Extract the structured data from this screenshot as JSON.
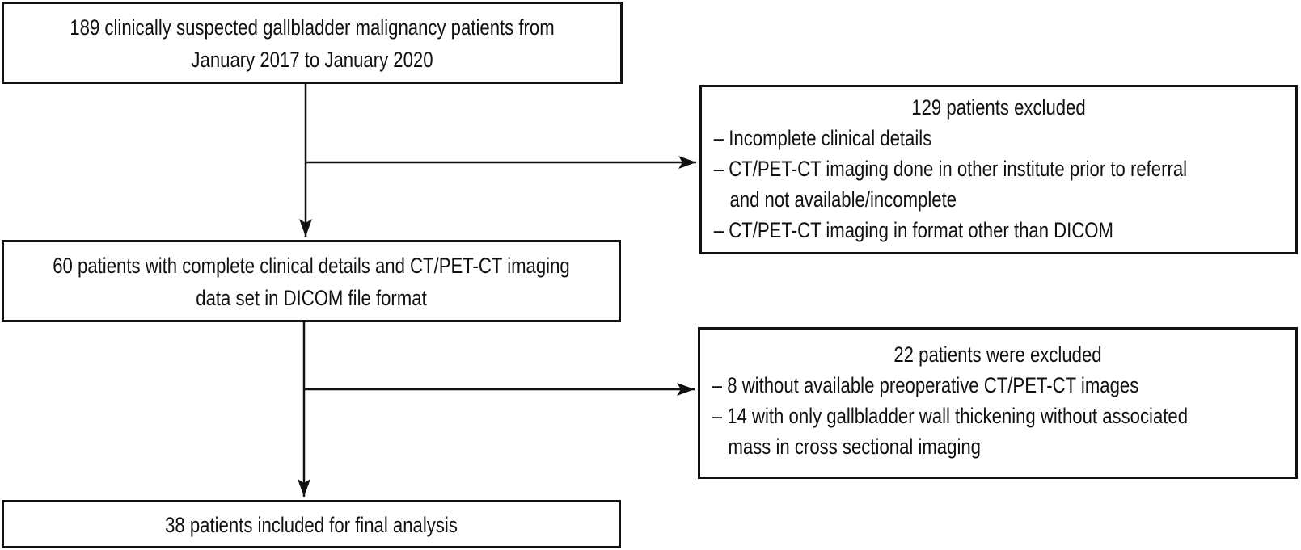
{
  "flowchart": {
    "title_semantic": "Patient inclusion flow diagram",
    "colors": {
      "line": "#111111",
      "text": "#111111",
      "background": "#ffffff"
    },
    "box_initial": {
      "line1": "189 clinically suspected gallbladder malignancy patients from",
      "line2": "January 2017 to January 2020"
    },
    "box_excluded_1": {
      "title": "129 patients excluded",
      "item1_line1": "– Incomplete clinical details",
      "item2_line1": "– CT/PET-CT imaging done in other institute prior to referral",
      "item2_line2": "and not available/incomplete",
      "item3_line1": "– CT/PET-CT imaging in format other than DICOM"
    },
    "box_complete": {
      "line1": "60 patients with complete clinical details and CT/PET-CT imaging",
      "line2": "data set in DICOM file format"
    },
    "box_excluded_2": {
      "title": "22 patients were excluded",
      "item1_line1": "– 8 without available preoperative CT/PET-CT images",
      "item2_line1": "– 14 with only gallbladder wall thickening without associated",
      "item2_line2": "mass in cross sectional imaging"
    },
    "box_final": {
      "line1": "38 patients included for final analysis"
    }
  }
}
